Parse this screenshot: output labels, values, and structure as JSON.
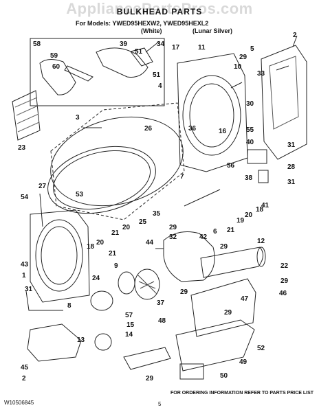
{
  "watermark": "AppliancePartsPros.com",
  "title": "BULKHEAD PARTS",
  "models_line": "For Models: YWED95HEXW2, YWED95HEXL2",
  "color_white": "(White)",
  "color_silver": "(Lunar Silver)",
  "footer_left": "W10506845",
  "footer_page": "5",
  "footer_right": "FOR ORDERING INFORMATION REFER TO PARTS PRICE LIST",
  "callouts": {
    "c58": "58",
    "c59": "59",
    "c60": "60",
    "c3": "3",
    "c39": "39",
    "c51a": "51",
    "c34": "34",
    "c51b": "51",
    "c4": "4",
    "c17": "17",
    "c11": "11",
    "c29a": "29",
    "c5": "5",
    "c2a": "2",
    "c10": "10",
    "c33": "33",
    "c26": "26",
    "c36": "36",
    "c16": "16",
    "c30": "30",
    "c55": "55",
    "c23": "23",
    "c40": "40",
    "c31a": "31",
    "c28": "28",
    "c56": "56",
    "c38": "38",
    "c31b": "31",
    "c27": "27",
    "c7": "7",
    "c53": "53",
    "c41": "41",
    "c54": "54",
    "c35": "35",
    "c18a": "18",
    "c20a": "20",
    "c19": "19",
    "c21a": "21",
    "c6": "6",
    "c25": "25",
    "c29b": "29",
    "c20b": "20",
    "c21b": "21",
    "c32": "32",
    "c42": "42",
    "c12": "12",
    "c44": "44",
    "c29c": "29",
    "c22": "22",
    "c18b": "18",
    "c20c": "20",
    "c21c": "21",
    "c9": "9",
    "c43": "43",
    "c1": "1",
    "c31c": "31",
    "c8": "8",
    "c24": "24",
    "c37": "37",
    "c29d": "29",
    "c47": "47",
    "c46": "46",
    "c29e": "29",
    "c29f": "29",
    "c48": "48",
    "c57": "57",
    "c15": "15",
    "c14": "14",
    "c13": "13",
    "c52": "52",
    "c49": "49",
    "c45": "45",
    "c2b": "2",
    "c29g": "29",
    "c50": "50"
  }
}
